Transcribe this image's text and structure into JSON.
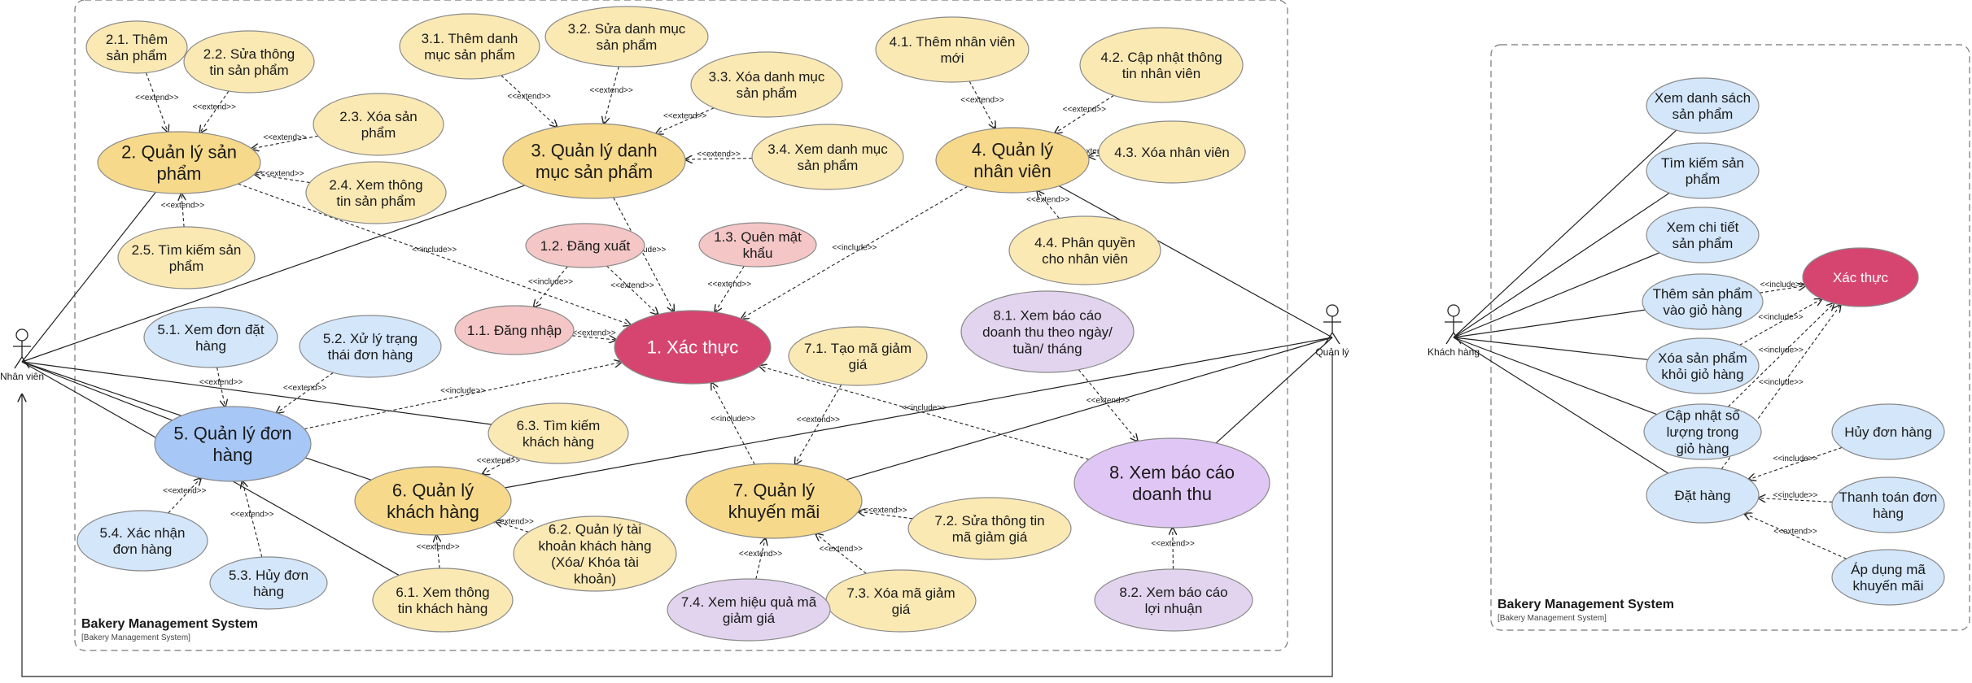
{
  "systems": [
    {
      "id": "left",
      "title": "Bakery Management System",
      "subtitle": "[Bakery Management System]"
    },
    {
      "id": "right",
      "title": "Bakery Management System",
      "subtitle": "[Bakery Management System]"
    }
  ],
  "actors": [
    {
      "id": "nv",
      "label": "Nhân viên"
    },
    {
      "id": "ql",
      "label": "Quản lý"
    },
    {
      "id": "kh",
      "label": "Khách hàng"
    }
  ],
  "colors": {
    "yellow": "#fbe9b4",
    "yellow_main": "#f6d98a",
    "red": "#d6456f",
    "pink": "#f4c6c6",
    "blue_light": "#d3e6fa",
    "blue_main": "#a7c7f6",
    "purple_light": "#e2d4ee",
    "purple_main": "#e0c6f4"
  },
  "use_cases": [
    {
      "id": "uc2",
      "label": "2. Quản lý sản phẩm",
      "color": "yellow_main",
      "size": "big"
    },
    {
      "id": "uc21",
      "label": "2.1. Thêm sản phẩm",
      "color": "yellow"
    },
    {
      "id": "uc22",
      "label": "2.2. Sửa thông tin sản phẩm",
      "color": "yellow"
    },
    {
      "id": "uc23",
      "label": "2.3. Xóa sản phẩm",
      "color": "yellow"
    },
    {
      "id": "uc24",
      "label": "2.4. Xem thông tin sản phẩm",
      "color": "yellow"
    },
    {
      "id": "uc25",
      "label": "2.5. Tìm kiếm sản phẩm",
      "color": "yellow"
    },
    {
      "id": "uc3",
      "label": "3. Quản lý danh mục sản phẩm",
      "color": "yellow_main",
      "size": "big"
    },
    {
      "id": "uc31",
      "label": "3.1. Thêm danh mục sản phẩm",
      "color": "yellow"
    },
    {
      "id": "uc32",
      "label": "3.2. Sửa danh mục sản phẩm",
      "color": "yellow"
    },
    {
      "id": "uc33",
      "label": "3.3. Xóa danh mục sản phẩm",
      "color": "yellow"
    },
    {
      "id": "uc34",
      "label": "3.4. Xem danh mục sản phẩm",
      "color": "yellow"
    },
    {
      "id": "uc4",
      "label": "4. Quản lý nhân viên",
      "color": "yellow_main",
      "size": "big"
    },
    {
      "id": "uc41",
      "label": "4.1. Thêm nhân viên mới",
      "color": "yellow"
    },
    {
      "id": "uc42",
      "label": "4.2. Cập nhật thông tin nhân viên",
      "color": "yellow"
    },
    {
      "id": "uc43",
      "label": "4.3. Xóa nhân viên",
      "color": "yellow"
    },
    {
      "id": "uc44",
      "label": "4.4. Phân quyền cho nhân viên",
      "color": "yellow"
    },
    {
      "id": "uc1",
      "label": "1. Xác thực",
      "color": "red",
      "size": "big"
    },
    {
      "id": "uc11",
      "label": "1.1. Đăng nhập",
      "color": "pink"
    },
    {
      "id": "uc12",
      "label": "1.2. Đăng xuất",
      "color": "pink"
    },
    {
      "id": "uc13",
      "label": "1.3. Quên mật khẩu",
      "color": "pink"
    },
    {
      "id": "uc5",
      "label": "5. Quản lý đơn hàng",
      "color": "blue_main",
      "size": "big"
    },
    {
      "id": "uc51",
      "label": "5.1. Xem đơn đặt hàng",
      "color": "blue_light"
    },
    {
      "id": "uc52",
      "label": "5.2. Xử lý trạng thái đơn hàng",
      "color": "blue_light"
    },
    {
      "id": "uc53",
      "label": "5.3. Hủy đơn hàng",
      "color": "blue_light"
    },
    {
      "id": "uc54",
      "label": "5.4. Xác nhận đơn hàng",
      "color": "blue_light"
    },
    {
      "id": "uc6",
      "label": "6. Quản lý khách hàng",
      "color": "yellow_main",
      "size": "big"
    },
    {
      "id": "uc61",
      "label": "6.1. Xem thông tin khách hàng",
      "color": "yellow"
    },
    {
      "id": "uc62",
      "label": "6.2. Quản lý tài khoản khách hàng (Xóa/ Khóa tài khoản)",
      "color": "yellow"
    },
    {
      "id": "uc63",
      "label": "6.3. Tìm kiếm khách hàng",
      "color": "yellow"
    },
    {
      "id": "uc7",
      "label": "7. Quản lý khuyến mãi",
      "color": "yellow_main",
      "size": "big"
    },
    {
      "id": "uc71",
      "label": "7.1. Tạo mã giảm giá",
      "color": "yellow"
    },
    {
      "id": "uc72",
      "label": "7.2. Sửa thông tin mã giảm giá",
      "color": "yellow"
    },
    {
      "id": "uc73",
      "label": "7.3. Xóa mã giảm giá",
      "color": "yellow"
    },
    {
      "id": "uc74",
      "label": "7.4. Xem hiệu quả mã giảm giá",
      "color": "purple_light"
    },
    {
      "id": "uc8",
      "label": "8. Xem báo cáo doanh thu",
      "color": "purple_main",
      "size": "big"
    },
    {
      "id": "uc81",
      "label": "8.1. Xem báo cáo doanh thu theo ngày/ tuần/ tháng",
      "color": "purple_light"
    },
    {
      "id": "uc82",
      "label": "8.2. Xem báo cáo lợi nhuận",
      "color": "purple_light"
    },
    {
      "id": "kxds",
      "label": "Xem danh sách sản phẩm",
      "color": "blue_light"
    },
    {
      "id": "ktk",
      "label": "Tìm kiếm sản phẩm",
      "color": "blue_light"
    },
    {
      "id": "kct",
      "label": "Xem chi tiết sản phẩm",
      "color": "blue_light"
    },
    {
      "id": "kthem",
      "label": "Thêm sản phẩm vào giỏ hàng",
      "color": "blue_light"
    },
    {
      "id": "kxoa",
      "label": "Xóa sản phẩm khỏi giỏ hàng",
      "color": "blue_light"
    },
    {
      "id": "kcn",
      "label": "Cập nhật số lượng trong giỏ hàng",
      "color": "blue_light"
    },
    {
      "id": "kdat",
      "label": "Đặt hàng",
      "color": "blue_light"
    },
    {
      "id": "kxt",
      "label": "Xác thực",
      "color": "red"
    },
    {
      "id": "khuy",
      "label": "Hủy đơn hàng",
      "color": "blue_light"
    },
    {
      "id": "ktt",
      "label": "Thanh toán đơn hàng",
      "color": "blue_light"
    },
    {
      "id": "kad",
      "label": "Áp dụng mã khuyến mãi",
      "color": "blue_light"
    }
  ],
  "relation_labels": {
    "extend": "<<extend>>",
    "include": "<<include>>"
  },
  "relations": [
    {
      "from": "uc21",
      "to": "uc2",
      "type": "extend"
    },
    {
      "from": "uc22",
      "to": "uc2",
      "type": "extend"
    },
    {
      "from": "uc23",
      "to": "uc2",
      "type": "extend"
    },
    {
      "from": "uc24",
      "to": "uc2",
      "type": "extend"
    },
    {
      "from": "uc25",
      "to": "uc2",
      "type": "extend"
    },
    {
      "from": "uc2",
      "to": "uc1",
      "type": "include"
    },
    {
      "from": "uc31",
      "to": "uc3",
      "type": "extend"
    },
    {
      "from": "uc32",
      "to": "uc3",
      "type": "extend"
    },
    {
      "from": "uc33",
      "to": "uc3",
      "type": "extend"
    },
    {
      "from": "uc34",
      "to": "uc3",
      "type": "extend"
    },
    {
      "from": "uc3",
      "to": "uc1",
      "type": "include"
    },
    {
      "from": "uc41",
      "to": "uc4",
      "type": "extend"
    },
    {
      "from": "uc42",
      "to": "uc4",
      "type": "extend"
    },
    {
      "from": "uc43",
      "to": "uc4",
      "type": "extend"
    },
    {
      "from": "uc44",
      "to": "uc4",
      "type": "extend"
    },
    {
      "from": "uc4",
      "to": "uc1",
      "type": "include"
    },
    {
      "from": "uc12",
      "to": "uc11",
      "type": "include"
    },
    {
      "from": "uc12",
      "to": "uc1",
      "type": "extend"
    },
    {
      "from": "uc13",
      "to": "uc1",
      "type": "extend"
    },
    {
      "from": "uc11",
      "to": "uc1",
      "type": "extend"
    },
    {
      "from": "uc51",
      "to": "uc5",
      "type": "extend"
    },
    {
      "from": "uc52",
      "to": "uc5",
      "type": "extend"
    },
    {
      "from": "uc53",
      "to": "uc5",
      "type": "extend"
    },
    {
      "from": "uc54",
      "to": "uc5",
      "type": "extend"
    },
    {
      "from": "uc5",
      "to": "uc1",
      "type": "include"
    },
    {
      "from": "uc63",
      "to": "uc6",
      "type": "extend"
    },
    {
      "from": "uc62",
      "to": "uc6",
      "type": "extend"
    },
    {
      "from": "uc61",
      "to": "uc6",
      "type": "extend"
    },
    {
      "from": "uc71",
      "to": "uc7",
      "type": "extend"
    },
    {
      "from": "uc72",
      "to": "uc7",
      "type": "extend"
    },
    {
      "from": "uc73",
      "to": "uc7",
      "type": "extend"
    },
    {
      "from": "uc74",
      "to": "uc7",
      "type": "extend"
    },
    {
      "from": "uc7",
      "to": "uc1",
      "type": "include"
    },
    {
      "from": "uc81",
      "to": "uc8",
      "type": "extend"
    },
    {
      "from": "uc82",
      "to": "uc8",
      "type": "extend"
    },
    {
      "from": "uc8",
      "to": "uc1",
      "type": "include"
    },
    {
      "from": "kthem",
      "to": "kxt",
      "type": "include"
    },
    {
      "from": "kxoa",
      "to": "kxt",
      "type": "include"
    },
    {
      "from": "kcn",
      "to": "kxt",
      "type": "include"
    },
    {
      "from": "kdat",
      "to": "kxt",
      "type": "include"
    },
    {
      "from": "khuy",
      "to": "kdat",
      "type": "include"
    },
    {
      "from": "ktt",
      "to": "kdat",
      "type": "include"
    },
    {
      "from": "kad",
      "to": "kdat",
      "type": "extend"
    }
  ],
  "associations": [
    {
      "actor": "nv",
      "uc": "uc2"
    },
    {
      "actor": "nv",
      "uc": "uc3"
    },
    {
      "actor": "nv",
      "uc": "uc5"
    },
    {
      "actor": "nv",
      "uc": "uc63"
    },
    {
      "actor": "nv",
      "uc": "uc6"
    },
    {
      "actor": "nv",
      "uc": "uc61"
    },
    {
      "actor": "ql",
      "uc": "uc4"
    },
    {
      "actor": "ql",
      "uc": "uc6"
    },
    {
      "actor": "ql",
      "uc": "uc7"
    },
    {
      "actor": "ql",
      "uc": "uc8"
    },
    {
      "actor": "kh",
      "uc": "kxds"
    },
    {
      "actor": "kh",
      "uc": "ktk"
    },
    {
      "actor": "kh",
      "uc": "kct"
    },
    {
      "actor": "kh",
      "uc": "kthem"
    },
    {
      "actor": "kh",
      "uc": "kxoa"
    },
    {
      "actor": "kh",
      "uc": "kcn"
    },
    {
      "actor": "kh",
      "uc": "kdat"
    }
  ]
}
